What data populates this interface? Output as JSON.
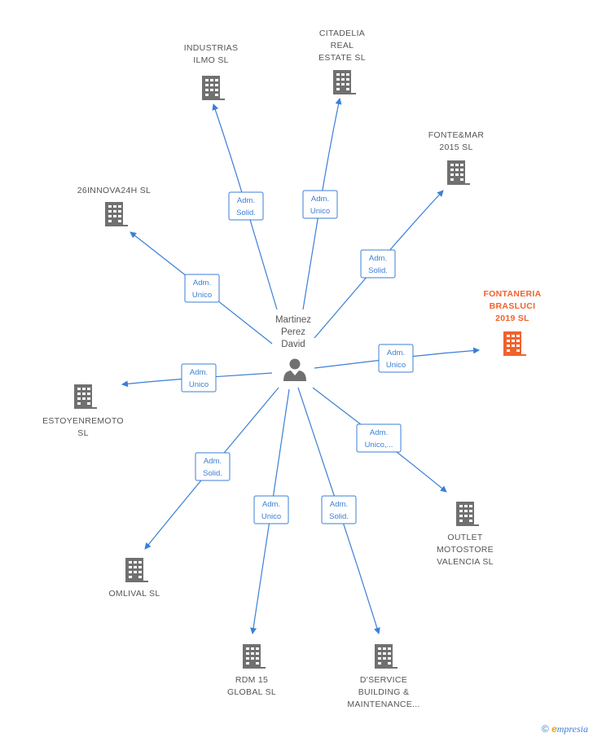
{
  "center": {
    "label": [
      "Martinez",
      "Perez",
      "David"
    ],
    "icon": "person-icon"
  },
  "companies": [
    {
      "id": "industrias",
      "label": [
        "INDUSTRIAS",
        "ILMO SL"
      ],
      "role": [
        "Adm.",
        "Solid."
      ],
      "highlight": false
    },
    {
      "id": "citadelia",
      "label": [
        "CITADELIA",
        "REAL",
        "ESTATE  SL"
      ],
      "role": [
        "Adm.",
        "Unico"
      ],
      "highlight": false
    },
    {
      "id": "fontemar",
      "label": [
        "FONTE&MAR",
        "2015  SL"
      ],
      "role": [
        "Adm.",
        "Solid."
      ],
      "highlight": false
    },
    {
      "id": "innova",
      "label": [
        "26INNOVA24H SL"
      ],
      "role": [
        "Adm.",
        "Unico"
      ],
      "highlight": false
    },
    {
      "id": "fontaneria",
      "label": [
        "FONTANERIA",
        "BRASLUCI",
        "2019  SL"
      ],
      "role": [
        "Adm.",
        "Unico"
      ],
      "highlight": true
    },
    {
      "id": "estoyen",
      "label": [
        "ESTOYENREMOTO",
        "SL"
      ],
      "role": [
        "Adm.",
        "Unico"
      ],
      "highlight": false
    },
    {
      "id": "outlet",
      "label": [
        "OUTLET",
        "MOTOSTORE",
        "VALENCIA  SL"
      ],
      "role": [
        "Adm.",
        "Unico,..."
      ],
      "highlight": false
    },
    {
      "id": "omlival",
      "label": [
        "OMLIVAL  SL"
      ],
      "role": [
        "Adm.",
        "Solid."
      ],
      "highlight": false
    },
    {
      "id": "rdm",
      "label": [
        "RDM 15",
        "GLOBAL  SL"
      ],
      "role": [
        "Adm.",
        "Unico"
      ],
      "highlight": false
    },
    {
      "id": "dservice",
      "label": [
        "D'SERVICE",
        "BUILDING &",
        "MAINTENANCE..."
      ],
      "role": [
        "Adm.",
        "Solid."
      ],
      "highlight": false
    }
  ],
  "colors": {
    "edge": "#3b7fd6",
    "building": "#707070",
    "highlight": "#f0622d",
    "person": "#707070"
  },
  "footer": {
    "copyright": "©",
    "brand_initial": "e",
    "brand_rest": "mpresia"
  }
}
